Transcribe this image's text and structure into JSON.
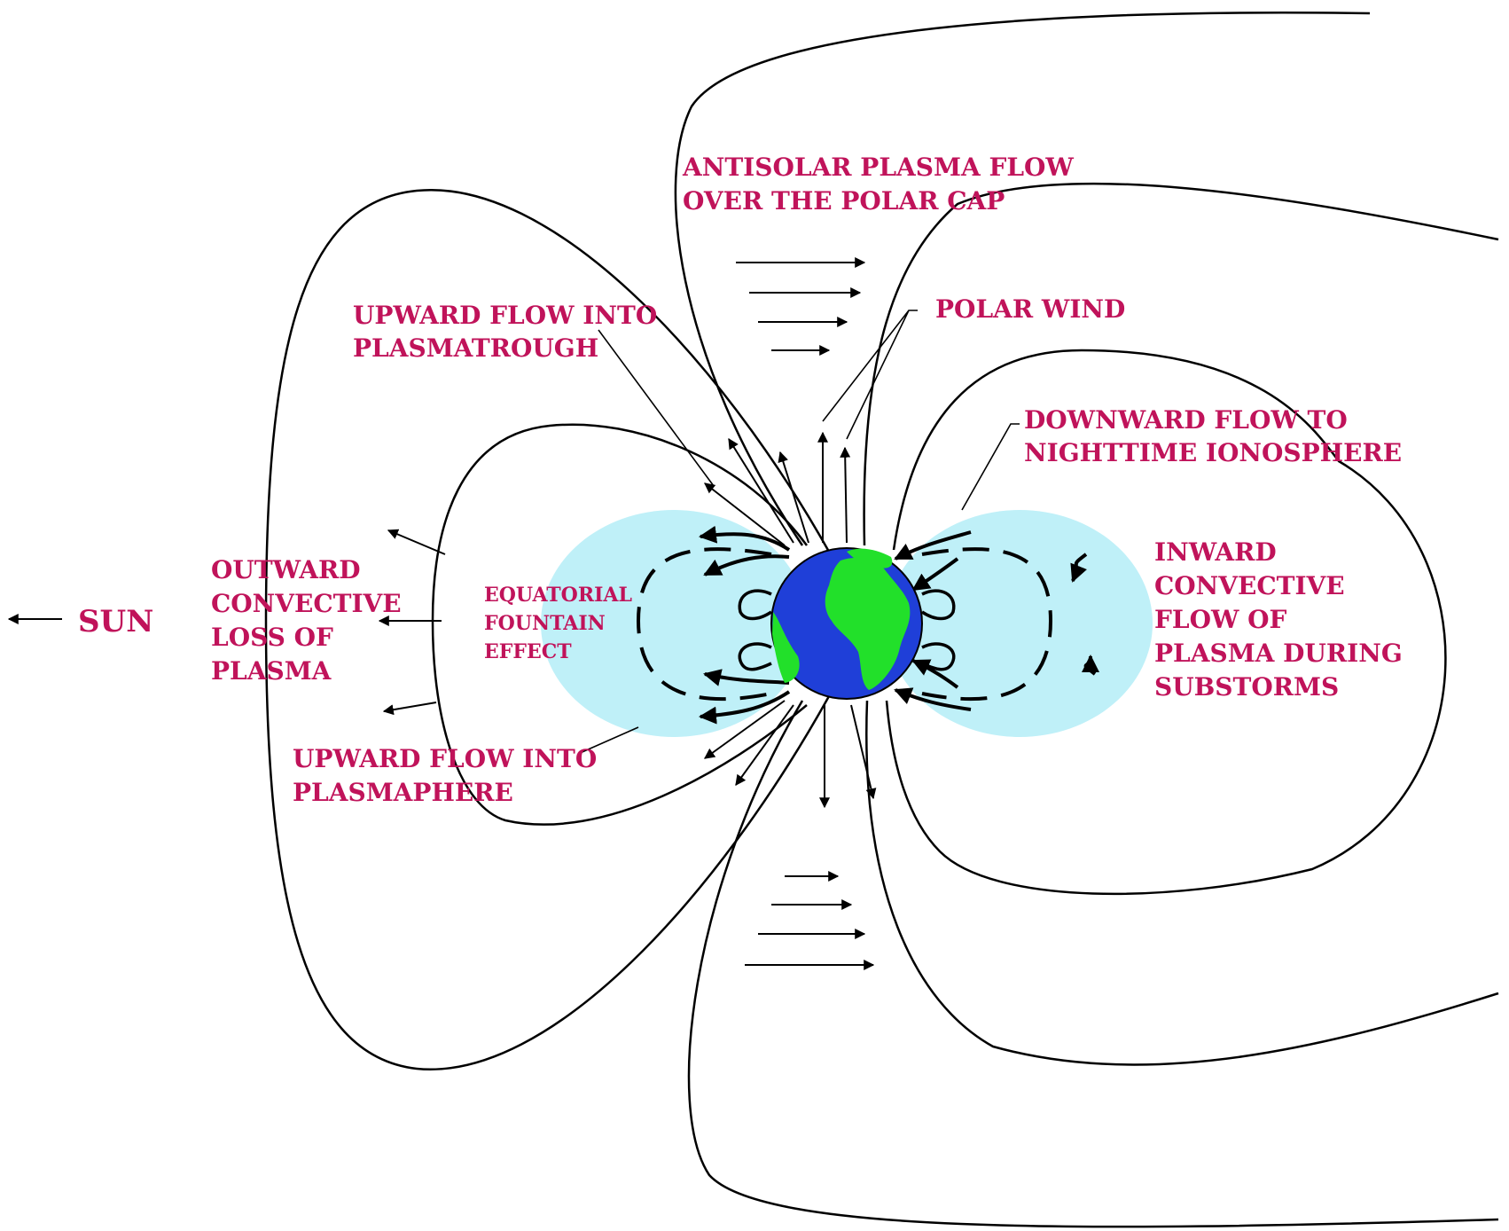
{
  "colors": {
    "label": "#c0135a",
    "line": "#000000",
    "plasmasphere": "#bff0f8",
    "ocean": "#1f3fd8",
    "land": "#22e02a",
    "background": "#ffffff"
  },
  "labels": {
    "sun": "SUN",
    "antisolar_1": "ANTISOLAR PLASMA FLOW",
    "antisolar_2": "OVER THE POLAR CAP",
    "polar_wind": "POLAR WIND",
    "upward_trough_1": "UPWARD FLOW INTO",
    "upward_trough_2": "PLASMATROUGH",
    "downward_1": "DOWNWARD FLOW TO",
    "downward_2": "NIGHTTIME IONOSPHERE",
    "outward_1": "OUTWARD",
    "outward_2": "CONVECTIVE",
    "outward_3": "LOSS OF",
    "outward_4": "PLASMA",
    "fountain_1": "EQUATORIAL",
    "fountain_2": "FOUNTAIN",
    "fountain_3": "EFFECT",
    "inward_1": "INWARD",
    "inward_2": "CONVECTIVE",
    "inward_3": "FLOW OF",
    "inward_4": "PLASMA DURING",
    "inward_5": "SUBSTORMS",
    "upward_sphere_1": "UPWARD FLOW INTO",
    "upward_sphere_2": "PLASMAPHERE"
  },
  "icons": {
    "earth": "earth-globe-icon",
    "arrow": "arrow-icon"
  }
}
